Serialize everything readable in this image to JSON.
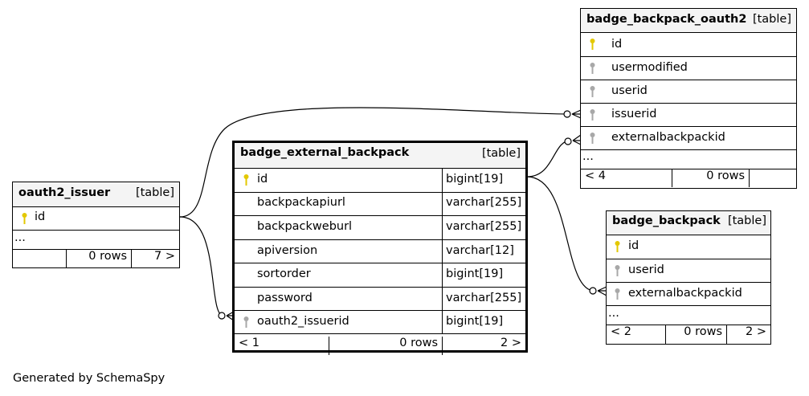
{
  "tables": {
    "badge_backpack_oauth2": {
      "name": "badge_backpack_oauth2",
      "tag": "[table]",
      "columns": [
        {
          "name": "id",
          "key": "pk"
        },
        {
          "name": "usermodified",
          "key": "fk"
        },
        {
          "name": "userid",
          "key": "fk"
        },
        {
          "name": "issuerid",
          "key": "fk"
        },
        {
          "name": "externalbackpackid",
          "key": "fk"
        }
      ],
      "ellipsis": "...",
      "footer": {
        "parents": "< 4",
        "rows": "0 rows",
        "children": ""
      }
    },
    "badge_external_backpack": {
      "name": "badge_external_backpack",
      "tag": "[table]",
      "columns": [
        {
          "name": "id",
          "type": "bigint[19]",
          "key": "pk"
        },
        {
          "name": "backpackapiurl",
          "type": "varchar[255]",
          "key": ""
        },
        {
          "name": "backpackweburl",
          "type": "varchar[255]",
          "key": ""
        },
        {
          "name": "apiversion",
          "type": "varchar[12]",
          "key": ""
        },
        {
          "name": "sortorder",
          "type": "bigint[19]",
          "key": ""
        },
        {
          "name": "password",
          "type": "varchar[255]",
          "key": ""
        },
        {
          "name": "oauth2_issuerid",
          "type": "bigint[19]",
          "key": "fk"
        }
      ],
      "footer": {
        "parents": "< 1",
        "rows": "0 rows",
        "children": "2 >"
      }
    },
    "oauth2_issuer": {
      "name": "oauth2_issuer",
      "tag": "[table]",
      "columns": [
        {
          "name": "id",
          "key": "pk"
        }
      ],
      "ellipsis": "...",
      "footer": {
        "parents": "",
        "rows": "0 rows",
        "children": "7 >"
      }
    },
    "badge_backpack": {
      "name": "badge_backpack",
      "tag": "[table]",
      "columns": [
        {
          "name": "id",
          "key": "pk"
        },
        {
          "name": "userid",
          "key": "fk"
        },
        {
          "name": "externalbackpackid",
          "key": "fk"
        }
      ],
      "ellipsis": "...",
      "footer": {
        "parents": "< 2",
        "rows": "0 rows",
        "children": "2 >"
      }
    }
  },
  "relationships": [
    {
      "from": "badge_backpack_oauth2.issuerid",
      "to": "oauth2_issuer.id"
    },
    {
      "from": "badge_backpack_oauth2.externalbackpackid",
      "to": "badge_external_backpack.id"
    },
    {
      "from": "badge_external_backpack.oauth2_issuerid",
      "to": "oauth2_issuer.id"
    },
    {
      "from": "badge_backpack.externalbackpackid",
      "to": "badge_external_backpack.id"
    }
  ],
  "colors": {
    "primary_key": "#e3c800",
    "foreign_key": "#a8a8a8",
    "header_bg": "#f4f4f4"
  },
  "caption": "Generated by SchemaSpy"
}
